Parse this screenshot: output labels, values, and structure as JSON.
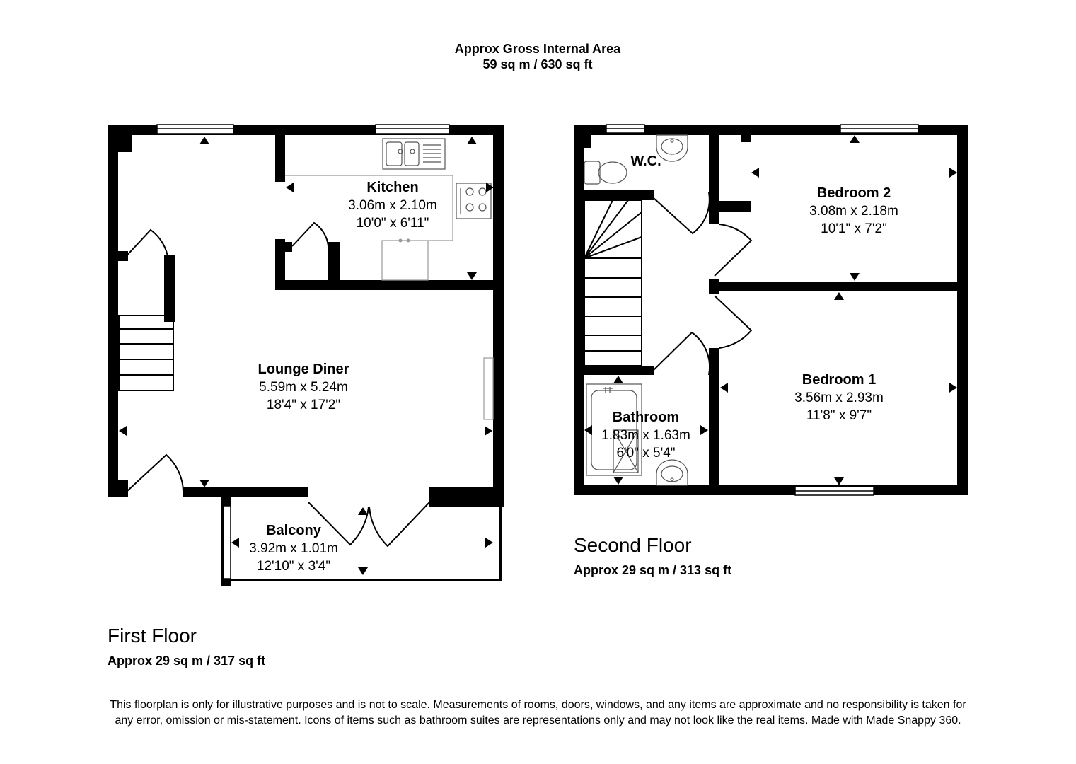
{
  "header": {
    "line1": "Approx Gross Internal Area",
    "line2": "59 sq m / 630 sq ft"
  },
  "first_floor": {
    "title": "First Floor",
    "area": "Approx 29 sq m / 317 sq ft",
    "rooms": {
      "kitchen": {
        "name": "Kitchen",
        "metric": "3.06m x 2.10m",
        "imperial": "10'0\" x 6'11\""
      },
      "lounge": {
        "name": "Lounge Diner",
        "metric": "5.59m x 5.24m",
        "imperial": "18'4\" x 17'2\""
      },
      "balcony": {
        "name": "Balcony",
        "metric": "3.92m x 1.01m",
        "imperial": "12'10\" x 3'4\""
      }
    }
  },
  "second_floor": {
    "title": "Second Floor",
    "area": "Approx 29 sq m / 313 sq ft",
    "rooms": {
      "wc": {
        "name": "W.C."
      },
      "bedroom2": {
        "name": "Bedroom 2",
        "metric": "3.08m x 2.18m",
        "imperial": "10'1\" x 7'2\""
      },
      "bedroom1": {
        "name": "Bedroom 1",
        "metric": "3.56m x 2.93m",
        "imperial": "11'8\" x 9'7\""
      },
      "bathroom": {
        "name": "Bathroom",
        "metric": "1.83m x 1.63m",
        "imperial": "6'0\" x 5'4\""
      }
    }
  },
  "disclaimer": "This floorplan is only for illustrative purposes and is not to scale. Measurements of rooms, doors, windows, and any items are approximate and no responsibility is taken for any error, omission or mis-statement. Icons of items such as bathroom suites are representations only and may not look like the real items. Made with Made Snappy 360."
}
